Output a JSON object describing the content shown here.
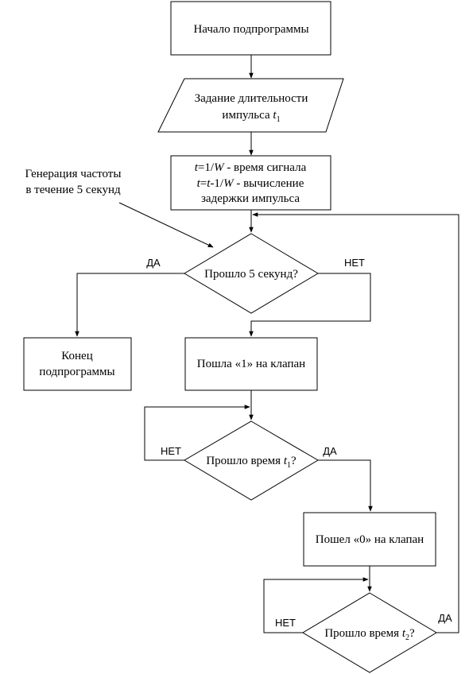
{
  "nodes": {
    "start": "Начало подпрограммы",
    "input_line1": "Задание длительности",
    "input_line2": "импульса ",
    "input_var": "t",
    "input_sub": "1",
    "calc_line1_var": "t",
    "calc_line1_rest": "=1/",
    "calc_line1_var2": "W",
    "calc_line1_tail": " - время сигнала",
    "calc_line2_var": "t",
    "calc_line2_mid": "=",
    "calc_line2_var2": "t",
    "calc_line2_mid2": "-1/",
    "calc_line2_var3": "W",
    "calc_line2_tail": " - вычисление",
    "calc_line3": "задержки импульса",
    "annotation_line1": "Генерация частоты",
    "annotation_line2": "в течение 5 секунд",
    "decision1": "Прошло 5 секунд?",
    "end_line1": "Конец",
    "end_line2": "подпрограммы",
    "send1": "Пошла «1» на клапан",
    "decision2_pre": "Прошло время ",
    "decision2_var": "t",
    "decision2_sub": "1",
    "decision2_post": "?",
    "send0": "Пошел «0» на клапан",
    "decision3_pre": "Прошло время ",
    "decision3_var": "t",
    "decision3_sub": "2",
    "decision3_post": "?"
  },
  "labels": {
    "d1_yes": "ДА",
    "d1_no": "НЕТ",
    "d2_no": "НЕТ",
    "d2_yes": "ДА",
    "d3_no": "НЕТ",
    "d3_yes": "ДА"
  }
}
